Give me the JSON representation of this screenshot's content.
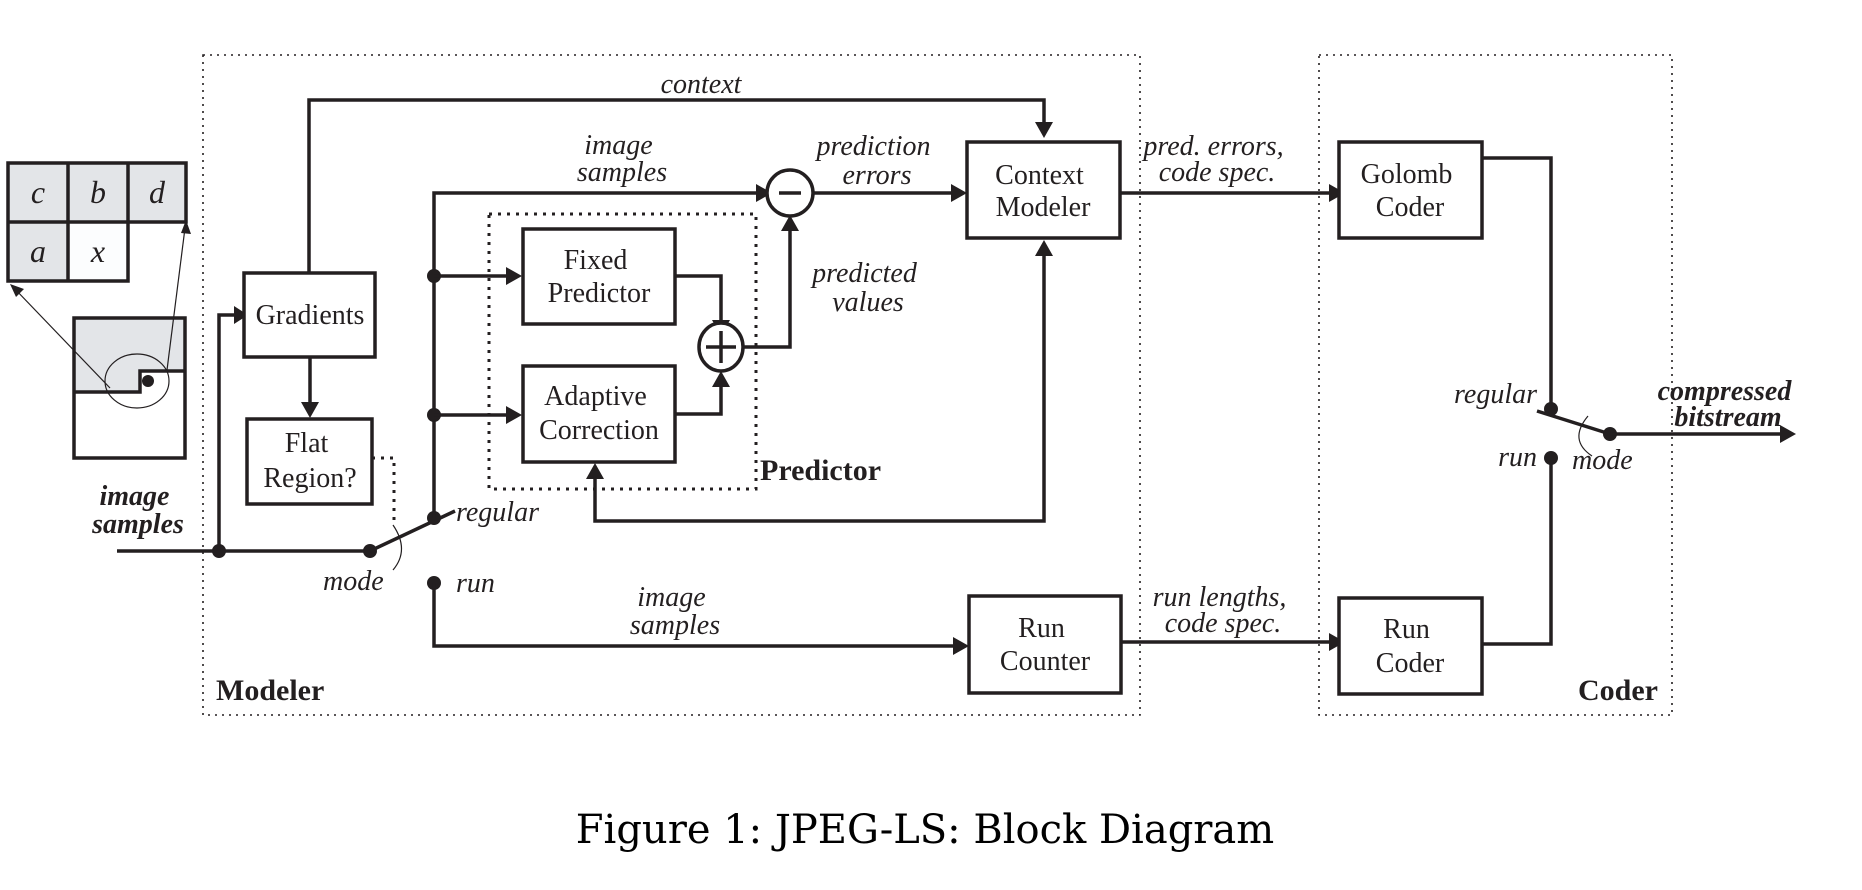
{
  "figure": {
    "caption": "Figure 1: JPEG-LS: Block Diagram"
  },
  "context_template": {
    "cells": [
      "c",
      "b",
      "d",
      "a",
      "x"
    ]
  },
  "regions": {
    "modeler": "Modeler",
    "predictor": "Predictor",
    "coder": "Coder"
  },
  "blocks": {
    "gradients": [
      "Gradients"
    ],
    "flat_region": [
      "Flat",
      "Region?"
    ],
    "fixed_predictor": [
      "Fixed",
      "Predictor"
    ],
    "adaptive_correction": [
      "Adaptive",
      "Correction"
    ],
    "context_modeler": [
      "Context",
      "Modeler"
    ],
    "run_counter": [
      "Run",
      "Counter"
    ],
    "golomb_coder": [
      "Golomb",
      "Coder"
    ],
    "run_coder": [
      "Run",
      "Coder"
    ]
  },
  "operators": {
    "subtract": "−",
    "add": "+"
  },
  "labels": {
    "input": [
      "image",
      "samples"
    ],
    "context": "context",
    "image_samples_top": [
      "image",
      "samples"
    ],
    "prediction_errors": [
      "prediction",
      "errors"
    ],
    "predicted_values": [
      "predicted",
      "values"
    ],
    "pred_errors_code_spec": [
      "pred. errors,",
      "code spec."
    ],
    "regular_left": "regular",
    "run_left": "run",
    "mode_left": "mode",
    "image_samples_bottom": [
      "image",
      "samples"
    ],
    "run_lengths_code_spec": [
      "run lengths,",
      "code spec."
    ],
    "regular_right": "regular",
    "run_right": "run",
    "mode_right": "mode",
    "output": [
      "compressed",
      "bitstream"
    ]
  }
}
